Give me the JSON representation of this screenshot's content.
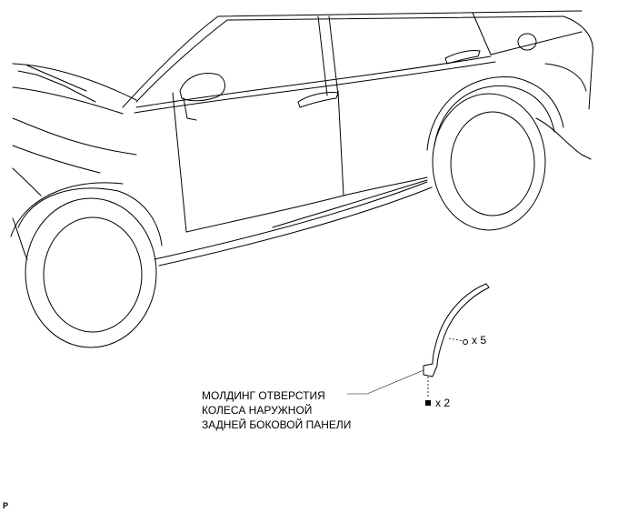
{
  "callout": {
    "line1": "МОЛДИНГ ОТВЕРСТИЯ",
    "line2": "КОЛЕСА НАРУЖНОЙ",
    "line3": "ЗАДНЕЙ БОКОВОЙ ПАНЕЛИ"
  },
  "fasteners": {
    "clip_qty": "x 5",
    "screw_qty": "x 2"
  },
  "corner_mark": "P"
}
